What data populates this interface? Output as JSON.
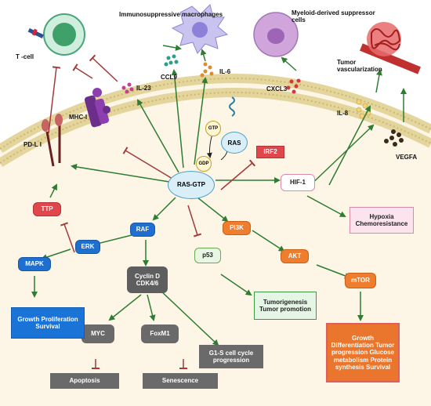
{
  "labels": {
    "immuno": "Immunosuppressive macrophages",
    "mdsc": "Myeloid-derived suppressor cells",
    "tumor_vasc": "Tumor vascularization",
    "tcell": "T -cell",
    "ccl9": "CCL9",
    "il6": "IL-6",
    "il23": "IL-23",
    "cxcl3": "CXCL3",
    "il8": "IL-8",
    "vegfa": "VEGFA",
    "mhc": "MHC-I",
    "pdl1": "PD-L I",
    "gtp": "GTP",
    "gdp": "GDP",
    "ras": "RAS",
    "rasgtp": "RAS-GTP"
  },
  "nodes": {
    "irf2": "IRF2",
    "ttp": "TTP",
    "raf": "RAF",
    "erk": "ERK",
    "mapk": "MAPK",
    "p53": "p53",
    "pi3k": "PI3K",
    "akt": "AKT",
    "mtor": "mTOR",
    "hif1": "HIF-1",
    "cyclin": "Cyclin D CDK4/6",
    "myc": "MYC",
    "foxm1": "FoxM1"
  },
  "outcomes": {
    "hypoxia": "Hypoxia Chemoresistance",
    "growth_prolif": "Growth Proliferation Survival",
    "tumorigenesis": "Tumorigenesis Tumor promotion",
    "g1s": "G1-S cell cycle progression",
    "apoptosis": "Apoptosis",
    "senescence": "Senescence",
    "mtor_out": "Growth Differentiation Tumor progression Glucose metabolism Protein synthesis Survival"
  },
  "colors": {
    "activation": "#2e7d32",
    "inhibition": "#a23b3b",
    "membrane": "#d8c98a",
    "cytoplasm": "#fdf5e6"
  }
}
